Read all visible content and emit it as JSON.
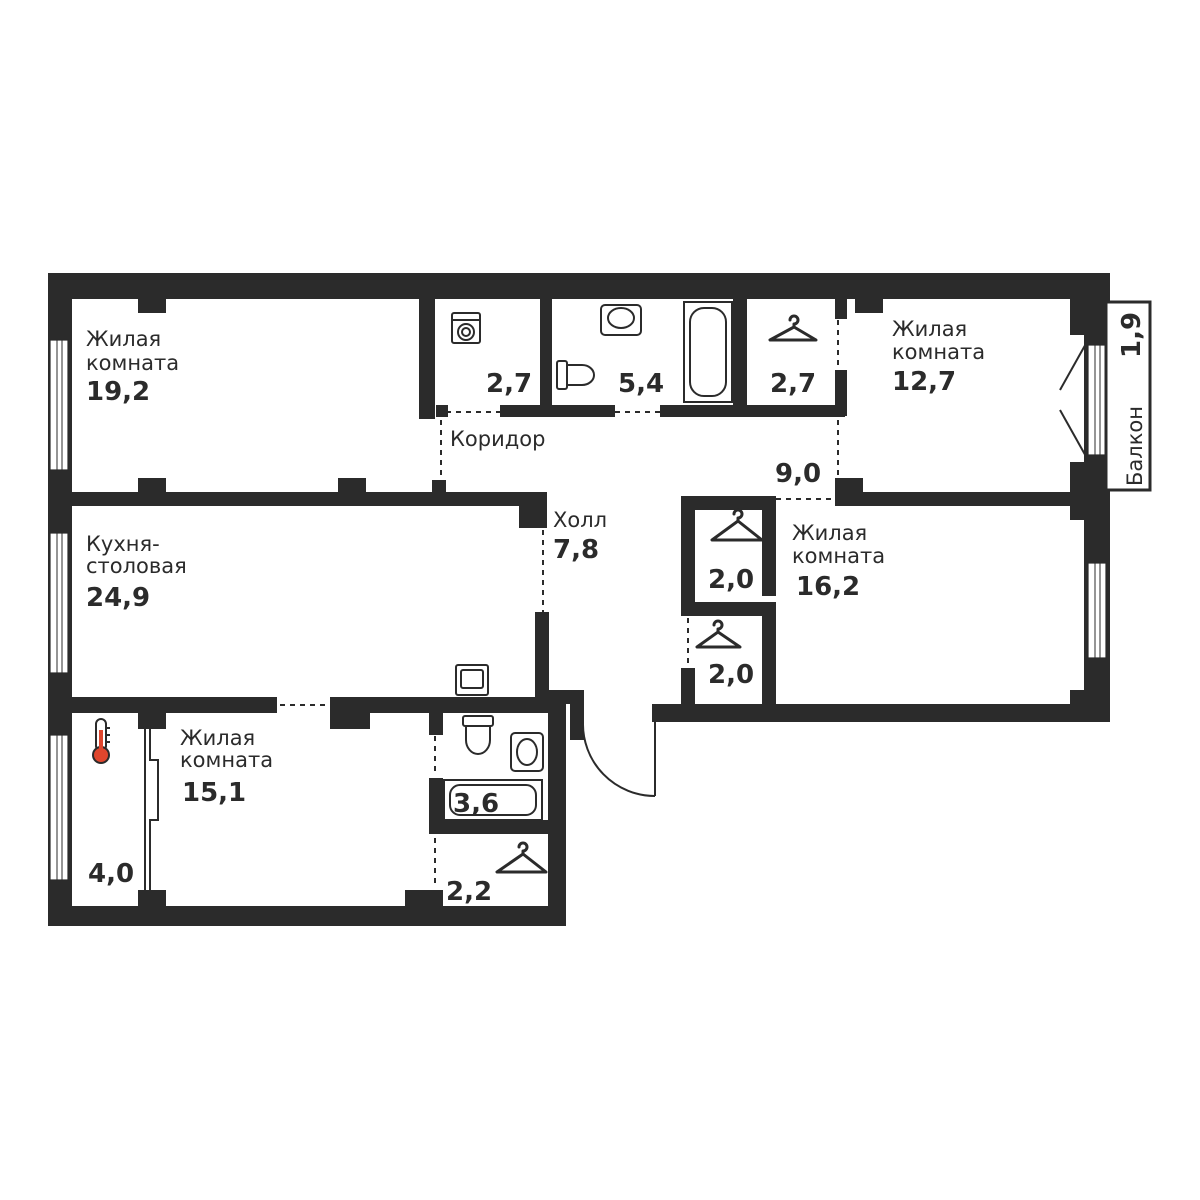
{
  "plan": {
    "rooms": [
      {
        "id": "living-1",
        "name": "Жилая\nкомната",
        "area": "19,2"
      },
      {
        "id": "laundry",
        "name": "",
        "area": "2,7"
      },
      {
        "id": "bathroom-1",
        "name": "",
        "area": "5,4"
      },
      {
        "id": "wardrobe-1",
        "name": "",
        "area": "2,7"
      },
      {
        "id": "living-2",
        "name": "Жилая\nкомната",
        "area": "12,7"
      },
      {
        "id": "corridor",
        "name": "Коридор",
        "area": "9,0"
      },
      {
        "id": "hall",
        "name": "Холл",
        "area": "7,8"
      },
      {
        "id": "kitchen",
        "name": "Кухня-\nстоловая",
        "area": "24,9"
      },
      {
        "id": "wardrobe-2",
        "name": "",
        "area": "2,0"
      },
      {
        "id": "wardrobe-3",
        "name": "",
        "area": "2,0"
      },
      {
        "id": "living-3",
        "name": "Жилая\nкомната",
        "area": "16,2"
      },
      {
        "id": "living-4",
        "name": "Жилая\nкомната",
        "area": "15,1"
      },
      {
        "id": "bathroom-2",
        "name": "",
        "area": "3,6"
      },
      {
        "id": "wardrobe-4",
        "name": "",
        "area": "2,2"
      },
      {
        "id": "loggia",
        "name": "",
        "area": "4,0"
      }
    ],
    "balcony": {
      "name": "Балкон",
      "area": "1,9"
    },
    "colors": {
      "wall": "#2b2b2b",
      "thermometer": "#e0462d",
      "background": "#ffffff"
    },
    "icons": [
      "washing-machine-icon",
      "sink-icon",
      "toilet-icon",
      "bathtub-icon",
      "hanger-icon",
      "thermometer-icon",
      "door-swing-icon"
    ]
  }
}
